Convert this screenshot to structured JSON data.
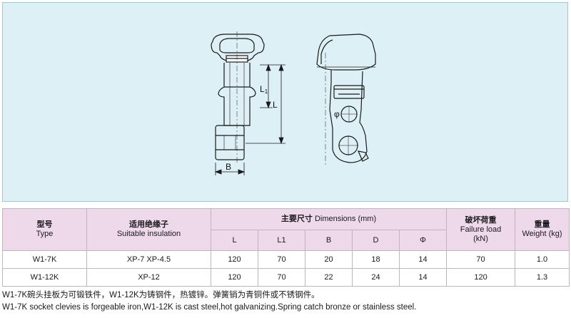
{
  "drawing": {
    "dim_L": "L",
    "dim_L1": "L",
    "dim_L1_sub": "1",
    "dim_B": "B",
    "dim_phi": "φ"
  },
  "table": {
    "headers": {
      "type_cn": "型号",
      "type_en": "Type",
      "insulation_cn": "适用绝缘子",
      "insulation_en": "Suitable insulation",
      "dimensions_cn": "主要尺寸",
      "dimensions_en": "Dimensions (mm)",
      "failure_cn": "破坏荷重",
      "failure_en": "Failure load",
      "failure_unit": "(kN)",
      "weight_cn": "重量",
      "weight_en": "Weight (kg)",
      "sub": [
        "L",
        "L1",
        "B",
        "D",
        "Φ"
      ]
    },
    "rows": [
      {
        "type": "W1-7K",
        "insulation": "XP-7  XP-4.5",
        "L": "120",
        "L1": "70",
        "B": "20",
        "D": "18",
        "phi": "14",
        "failure": "70",
        "weight": "1.0"
      },
      {
        "type": "W1-12K",
        "insulation": "XP-12",
        "L": "120",
        "L1": "70",
        "B": "22",
        "D": "24",
        "phi": "14",
        "failure": "120",
        "weight": "1.3"
      }
    ]
  },
  "notes": {
    "cn": "W1-7K碗头挂板为可锻铁件，W1-12K为铸钢件，热镀锌。弹簧销为青铜件或不锈钢件。",
    "en": "W1-7K socket clevies is forgeable iron,W1-12K is cast steel,hot galvanizing.Spring catch bronze or stainless steel."
  }
}
